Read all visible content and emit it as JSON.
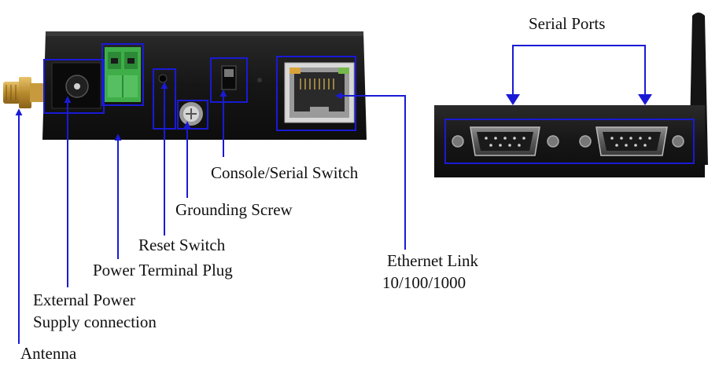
{
  "labels": {
    "serial_ports": "Serial Ports",
    "console_serial_switch": "Console/Serial Switch",
    "grounding_screw": "Grounding Screw",
    "reset_switch": "Reset Switch",
    "power_terminal_plug": "Power Terminal Plug",
    "ethernet_link_line1": "Ethernet Link",
    "ethernet_link_line2": "10/100/1000",
    "external_power_line1": "External Power",
    "external_power_line2": "Supply connection",
    "antenna": "Antenna"
  },
  "colors": {
    "callout": "#1a1ad6",
    "device_body": "#1b1b1b",
    "terminal_green": "#3fae49",
    "label_text": "#111111"
  }
}
